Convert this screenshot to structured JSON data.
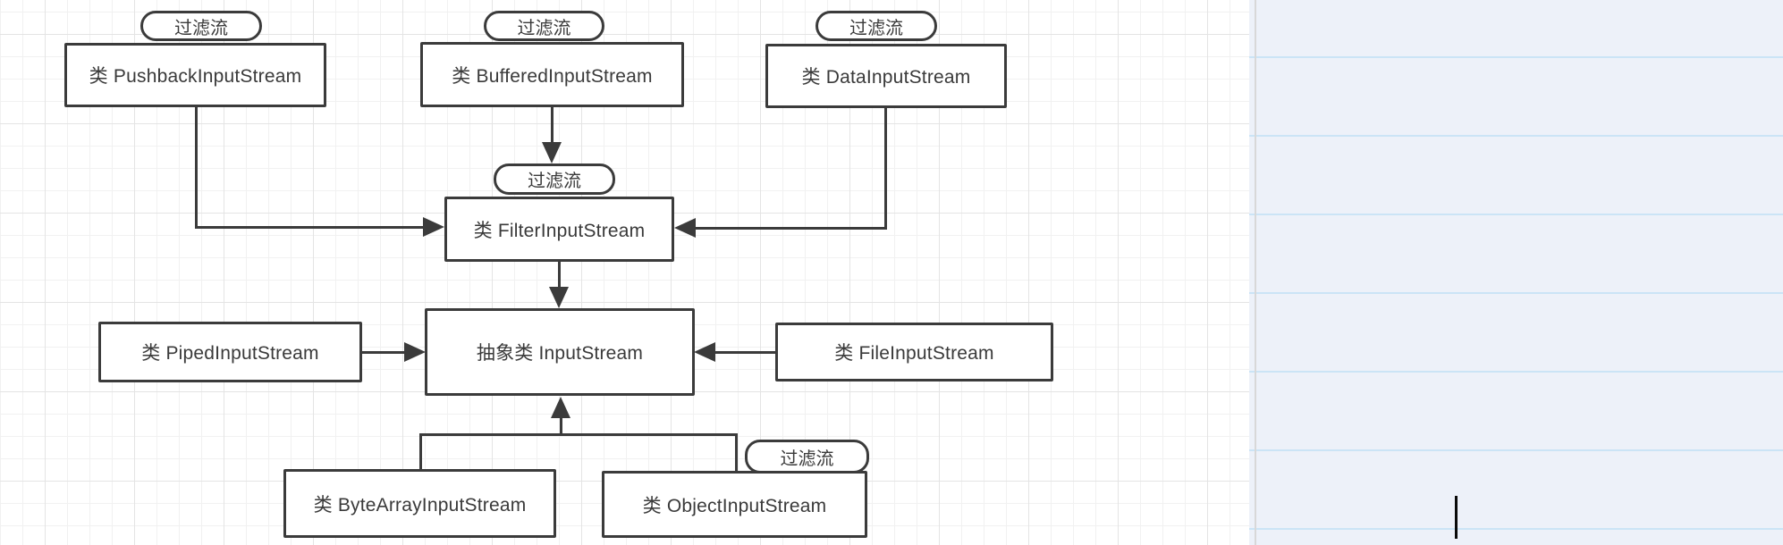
{
  "diagram": {
    "nodes": {
      "pushback": {
        "label": "类 PushbackInputStream",
        "badge": "过滤流"
      },
      "buffered": {
        "label": "类 BufferedInputStream",
        "badge": "过滤流"
      },
      "data": {
        "label": "类 DataInputStream",
        "badge": "过滤流"
      },
      "filter": {
        "label": "类 FilterInputStream",
        "badge": "过滤流"
      },
      "inputstream": {
        "label": "抽象类 InputStream"
      },
      "piped": {
        "label": "类 PipedInputStream"
      },
      "file": {
        "label": "类 FileInputStream"
      },
      "bytearray": {
        "label": "类 ByteArrayInputStream"
      },
      "object": {
        "label": "类 ObjectInputStream",
        "badge": "过滤流"
      }
    },
    "edges": [
      {
        "from": "类 PushbackInputStream",
        "to": "类 FilterInputStream"
      },
      {
        "from": "类 BufferedInputStream",
        "to": "类 FilterInputStream"
      },
      {
        "from": "类 DataInputStream",
        "to": "类 FilterInputStream"
      },
      {
        "from": "类 FilterInputStream",
        "to": "抽象类 InputStream"
      },
      {
        "from": "类 PipedInputStream",
        "to": "抽象类 InputStream"
      },
      {
        "from": "类 FileInputStream",
        "to": "抽象类 InputStream"
      },
      {
        "from": "类 ByteArrayInputStream",
        "to": "抽象类 InputStream"
      },
      {
        "from": "类 ObjectInputStream",
        "to": "抽象类 InputStream"
      }
    ],
    "colors": {
      "stroke": "#3b3b3b",
      "node_fill": "#ffffff",
      "grid_minor": "#f1f1f1",
      "grid_major": "#e4e4e4",
      "panel_bg": "#edf1f9",
      "panel_line": "#cbe4f6",
      "panel_divider": "#d8d8d8"
    }
  }
}
